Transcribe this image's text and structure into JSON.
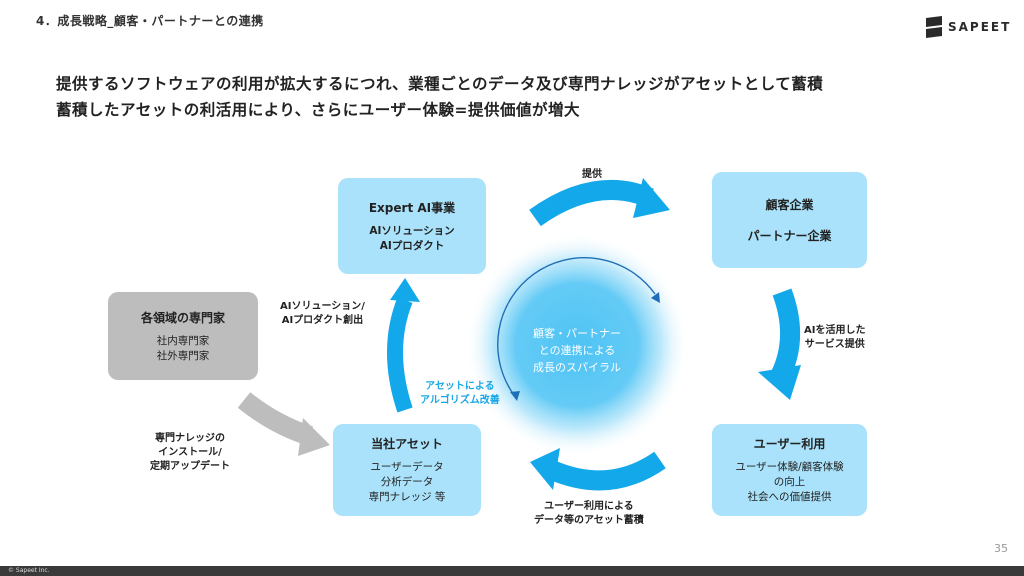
{
  "header": {
    "section_title": "4．成長戦略_顧客・パートナーとの連携",
    "logo_text": "SAPEET"
  },
  "headline": {
    "line1": "提供するソフトウェアの利用が拡大するにつれ、業種ごとのデータ及び専門ナレッジがアセットとして蓄積",
    "line2": "蓄積したアセットの利活用により、さらにユーザー体験=提供価値が増大"
  },
  "diagram": {
    "expert_ai": {
      "title": "Expert AI事業",
      "line1": "AIソリューション",
      "line2": "AIプロダクト"
    },
    "customer": {
      "line1": "顧客企業",
      "line2": "パートナー企業"
    },
    "user_use": {
      "title": "ユーザー利用",
      "line1": "ユーザー体験/顧客体験",
      "line2": "の向上",
      "line3": "社会への価値提供"
    },
    "assets": {
      "title": "当社アセット",
      "line1": "ユーザーデータ",
      "line2": "分析データ",
      "line3": "専門ナレッジ 等"
    },
    "experts": {
      "title": "各領域の専門家",
      "line1": "社内専門家",
      "line2": "社外専門家"
    },
    "center": {
      "line1": "顧客・パートナー",
      "line2": "との連携による",
      "line3": "成長のスパイラル"
    },
    "labels": {
      "provide": "提供",
      "ai_service_1": "AIを活用した",
      "ai_service_2": "サービス提供",
      "accumulate_1": "ユーザー利用による",
      "accumulate_2": "データ等のアセット蓄積",
      "create_1": "AIソリューション/",
      "create_2": "AIプロダクト創出",
      "improve_1": "アセットによる",
      "improve_2": "アルゴリズム改善",
      "install_1": "専門ナレッジの",
      "install_2": "インストール/",
      "install_3": "定期アップデート"
    }
  },
  "footer": {
    "page_number": "35",
    "copyright": "© Sapeet Inc."
  },
  "colors": {
    "arrow_blue": "#12a8ea",
    "box_blue": "#a9e2fa",
    "box_gray": "#bdbdbd",
    "glow": "#5cc8f5"
  }
}
